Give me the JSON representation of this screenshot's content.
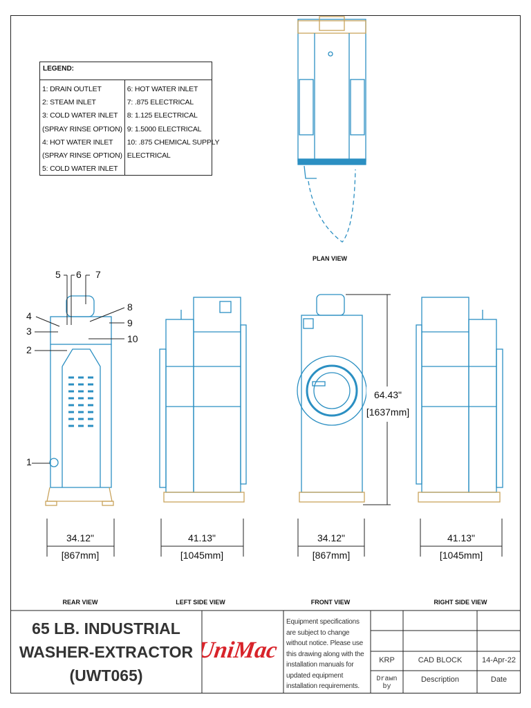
{
  "legend": {
    "title": "LEGEND:",
    "left_items": [
      "1: DRAIN OUTLET",
      "2: STEAM INLET",
      "3: COLD WATER INLET",
      "(SPRAY RINSE OPTION)",
      "4: HOT WATER INLET",
      "(SPRAY RINSE OPTION)",
      "5: COLD WATER INLET"
    ],
    "right_items": [
      "6: HOT WATER INLET",
      "7: .875 ELECTRICAL",
      "8: 1.125 ELECTRICAL",
      "9: 1.5000 ELECTRICAL",
      "10: .875 CHEMICAL SUPPLY",
      "ELECTRICAL"
    ]
  },
  "views": {
    "plan": "PLAN VIEW",
    "rear": "REAR VIEW",
    "left_side": "LEFT SIDE VIEW",
    "front": "FRONT VIEW",
    "right_side": "RIGHT SIDE VIEW"
  },
  "callouts": [
    "1",
    "2",
    "3",
    "4",
    "5",
    "6",
    "7",
    "8",
    "9",
    "10"
  ],
  "dimensions": {
    "rear_width": {
      "in": "34.12\"",
      "mm": "[867mm]"
    },
    "left_depth": {
      "in": "41.13\"",
      "mm": "[1045mm]"
    },
    "front_width": {
      "in": "34.12\"",
      "mm": "[867mm]"
    },
    "right_depth": {
      "in": "41.13\"",
      "mm": "[1045mm]"
    },
    "height": {
      "in": "64.43\"",
      "mm": "[1637mm]"
    }
  },
  "title_block": {
    "title_lines": [
      "65 LB. INDUSTRIAL",
      "WASHER-EXTRACTOR",
      "(UWT065)"
    ],
    "logo_text": "UniMac",
    "notes": "Equipment specifications are subject to change without notice. Please use this drawing along with the installation manuals for updated equipment installation requirements.",
    "drawn_by": "KRP",
    "description": "CAD BLOCK",
    "date": "14-Apr-22",
    "drawn_by_label": "Drawn by",
    "description_label": "Description",
    "date_label": "Date"
  },
  "colors": {
    "machine": "#2b8fc2",
    "base": "#c9a35c",
    "logo": "#d8232a"
  }
}
